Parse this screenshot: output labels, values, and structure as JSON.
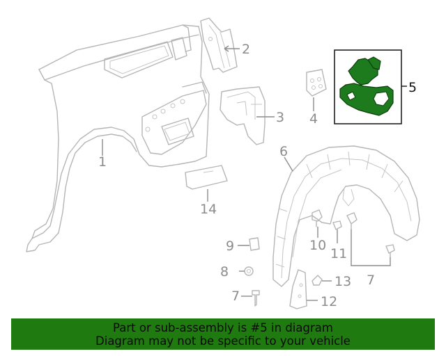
{
  "diagram": {
    "callouts": {
      "c1": "1",
      "c2": "2",
      "c3": "3",
      "c4": "4",
      "c5": "5",
      "c6": "6",
      "c7a": "7",
      "c7b": "7",
      "c8": "8",
      "c9": "9",
      "c10": "10",
      "c11": "11",
      "c12": "12",
      "c13": "13",
      "c14": "14"
    },
    "highlighted_part": "5",
    "colors": {
      "highlight": "#1d7a1d",
      "banner": "#1f7a10",
      "line": "#b5b5b5"
    }
  },
  "banner": {
    "line1": "Part or sub-assembly is #5 in diagram",
    "line2": "Diagram may not be specific to your vehicle"
  }
}
